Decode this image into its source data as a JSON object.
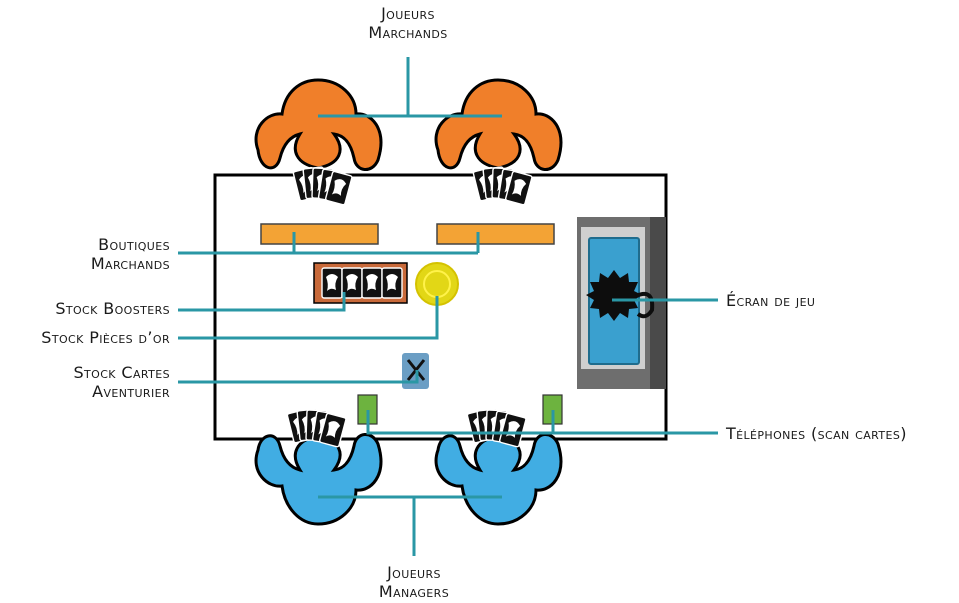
{
  "labels": {
    "marchands_joueurs": [
      "Joueurs",
      "Marchands"
    ],
    "managers_joueurs": [
      "Joueurs",
      "Managers"
    ],
    "boutiques": [
      "Boutiques",
      "Marchands"
    ],
    "stock_boosters": "Stock Boosters",
    "stock_pieces": "Stock Pièces d’or",
    "stock_cartes": [
      "Stock Cartes",
      "Aventurier"
    ],
    "ecran": "Écran de jeu",
    "telephones": "Téléphones (scan cartes)"
  },
  "colors": {
    "merchant": "#f07f2a",
    "manager": "#41ade3",
    "leader_line": "#2a97a5",
    "shop_tray": "#f3a335",
    "coin": "#e2d716",
    "phone": "#6db33f",
    "screen_frame": "#6e6e6e",
    "screen_glass": "#3aa0cf"
  },
  "icons": {
    "player": "person-silhouette",
    "card_fan": "card-fan-icon",
    "adventurer_card": "crossed-swords-icon",
    "screen_emblem": "creature-emblem-icon"
  }
}
